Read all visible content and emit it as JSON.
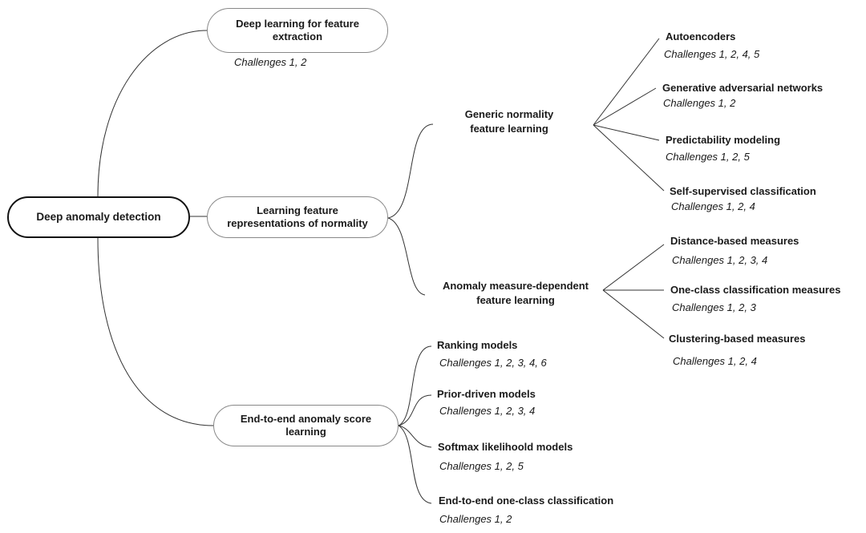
{
  "root": {
    "label": "Deep anomaly detection"
  },
  "categories": {
    "feature_extraction": {
      "label": "Deep learning for feature extraction",
      "challenges": "Challenges 1, 2"
    },
    "normality": {
      "label": "Learning feature representations of normality"
    },
    "end_to_end": {
      "label": "End-to-end anomaly score learning"
    }
  },
  "subgroups": {
    "generic": {
      "label": "Generic normality feature learning"
    },
    "measure_dependent": {
      "label": "Anomaly measure-dependent feature learning"
    }
  },
  "generic_methods": [
    {
      "label": "Autoencoders",
      "challenges": "Challenges 1, 2, 4, 5"
    },
    {
      "label": "Generative adversarial networks",
      "challenges": "Challenges 1, 2"
    },
    {
      "label": "Predictability modeling",
      "challenges": "Challenges 1, 2, 5"
    },
    {
      "label": "Self-supervised classification",
      "challenges": "Challenges 1, 2, 4"
    }
  ],
  "measure_methods": [
    {
      "label": "Distance-based measures",
      "challenges": "Challenges 1, 2, 3, 4"
    },
    {
      "label": "One-class classification measures",
      "challenges": "Challenges 1, 2, 3"
    },
    {
      "label": "Clustering-based measures",
      "challenges": "Challenges 1, 2, 4"
    }
  ],
  "end_to_end_methods": [
    {
      "label": "Ranking models",
      "challenges": "Challenges 1, 2, 3, 4, 6"
    },
    {
      "label": "Prior-driven models",
      "challenges": "Challenges 1, 2, 3, 4"
    },
    {
      "label": "Softmax likelihoold models",
      "challenges": "Challenges 1, 2, 5"
    },
    {
      "label": "End-to-end one-class classification",
      "challenges": "Challenges 1, 2"
    }
  ]
}
